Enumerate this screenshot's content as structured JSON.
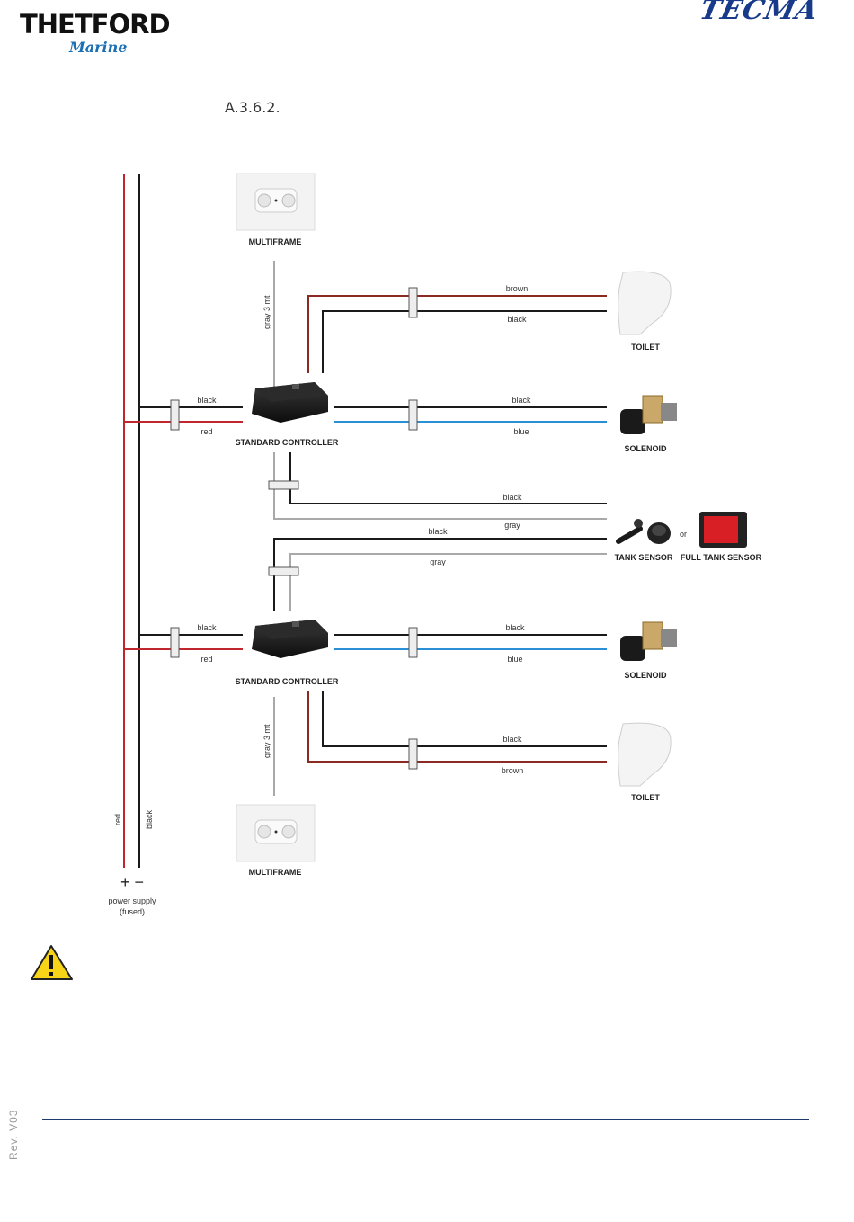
{
  "header": {
    "left_logo": "THETFORD",
    "left_logo_sub": "Marine",
    "right_logo": "TECMA"
  },
  "section_number": "A.3.6.2.",
  "diagram": {
    "multiframe_top": "MULTIFRAME",
    "multiframe_bottom": "MULTIFRAME",
    "controller_top": "STANDARD CONTROLLER",
    "controller_bottom": "STANDARD CONTROLLER",
    "toilet_top": "TOILET",
    "toilet_bottom": "TOILET",
    "solenoid_top": "SOLENOID",
    "solenoid_bottom": "SOLENOID",
    "tank_sensor": "TANK SENSOR",
    "or_text": "or",
    "full_tank_sensor": "FULL TANK SENSOR",
    "wire_gray_3mt_top": "gray 3 mt",
    "wire_gray_3mt_bottom": "gray 3 mt",
    "wire_brown_top": "brown",
    "wire_black_top_toilet": "black",
    "wire_black_ctrl_top": "black",
    "wire_red_ctrl_top": "red",
    "wire_black_sol_top": "black",
    "wire_blue_sol_top": "blue",
    "wire_black_tank1": "black",
    "wire_gray_tank1": "gray",
    "wire_black_tank2": "black",
    "wire_gray_tank2": "gray",
    "wire_black_ctrl_bottom": "black",
    "wire_red_ctrl_bottom": "red",
    "wire_black_sol_bottom": "black",
    "wire_blue_sol_bottom": "blue",
    "wire_black_toilet_bottom": "black",
    "wire_brown_bottom": "brown",
    "bus_red": "red",
    "bus_black": "black",
    "plus_minus": "+ −",
    "power_supply": "power supply",
    "fused": "(fused)"
  },
  "colors": {
    "red": "#c0262d",
    "brown": "#8b2a22",
    "black": "#1a1a1a",
    "blue": "#2b8fd6",
    "gray": "#a9a9a9",
    "footer_line": "#1d3a6d"
  },
  "icons": {
    "warning": "warning-triangle-icon"
  },
  "footer": {
    "revision": "Rev. V03"
  }
}
